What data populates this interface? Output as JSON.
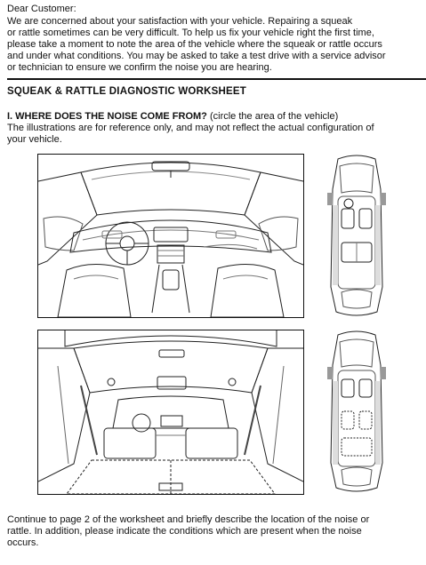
{
  "letter": {
    "greeting": "Dear Customer:",
    "lines": [
      "We are concerned about your satisfaction with your vehicle. Repairing a squeak",
      "or rattle sometimes can be very difficult. To help us fix your vehicle right the first time,",
      "please take a moment to note the area of the vehicle where the squeak or rattle occurs",
      "and under what conditions. You may be asked to take a test drive with a service advisor",
      "or technician to ensure we confirm the noise you are hearing."
    ]
  },
  "worksheet": {
    "title": "SQUEAK & RATTLE DIAGNOSTIC WORKSHEET"
  },
  "section1": {
    "heading_bold": "I. WHERE DOES THE NOISE COME FROM?",
    "heading_rest": " (circle the area of the vehicle)",
    "note_lines": [
      "The illustrations are for reference only, and may not reflect the actual configuration of",
      "your vehicle."
    ]
  },
  "footer": {
    "lines": [
      "Continue to page 2 of the worksheet and briefly describe the location of the noise or",
      "rattle. In addition, please indicate the conditions which are present when the noise",
      "occurs."
    ]
  },
  "illustrations": {
    "front_interior": "dashboard-view",
    "rear_interior": "cargo-view",
    "top_front": "top-view-front",
    "top_rear": "top-view-rear"
  }
}
